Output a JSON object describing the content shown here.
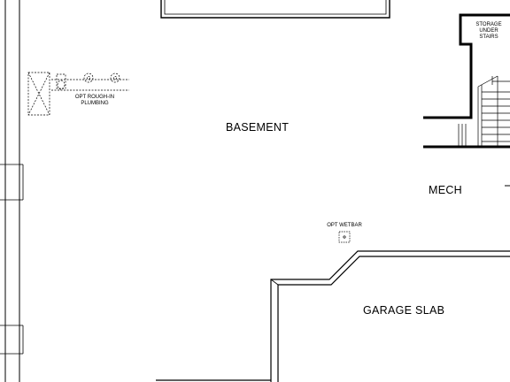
{
  "labels": {
    "basement": "BASEMENT",
    "mech": "MECH",
    "garage_slab": "GARAGE SLAB",
    "storage_line1": "STORAGE",
    "storage_line2": "UNDER",
    "storage_line3": "STAIRS",
    "rough_in_line1": "OPT ROUGH-IN",
    "rough_in_line2": "PLUMBING",
    "wetbar": "OPT WETBAR"
  },
  "colors": {
    "wall": "#000000",
    "thin_line": "#333333",
    "background": "#ffffff"
  }
}
